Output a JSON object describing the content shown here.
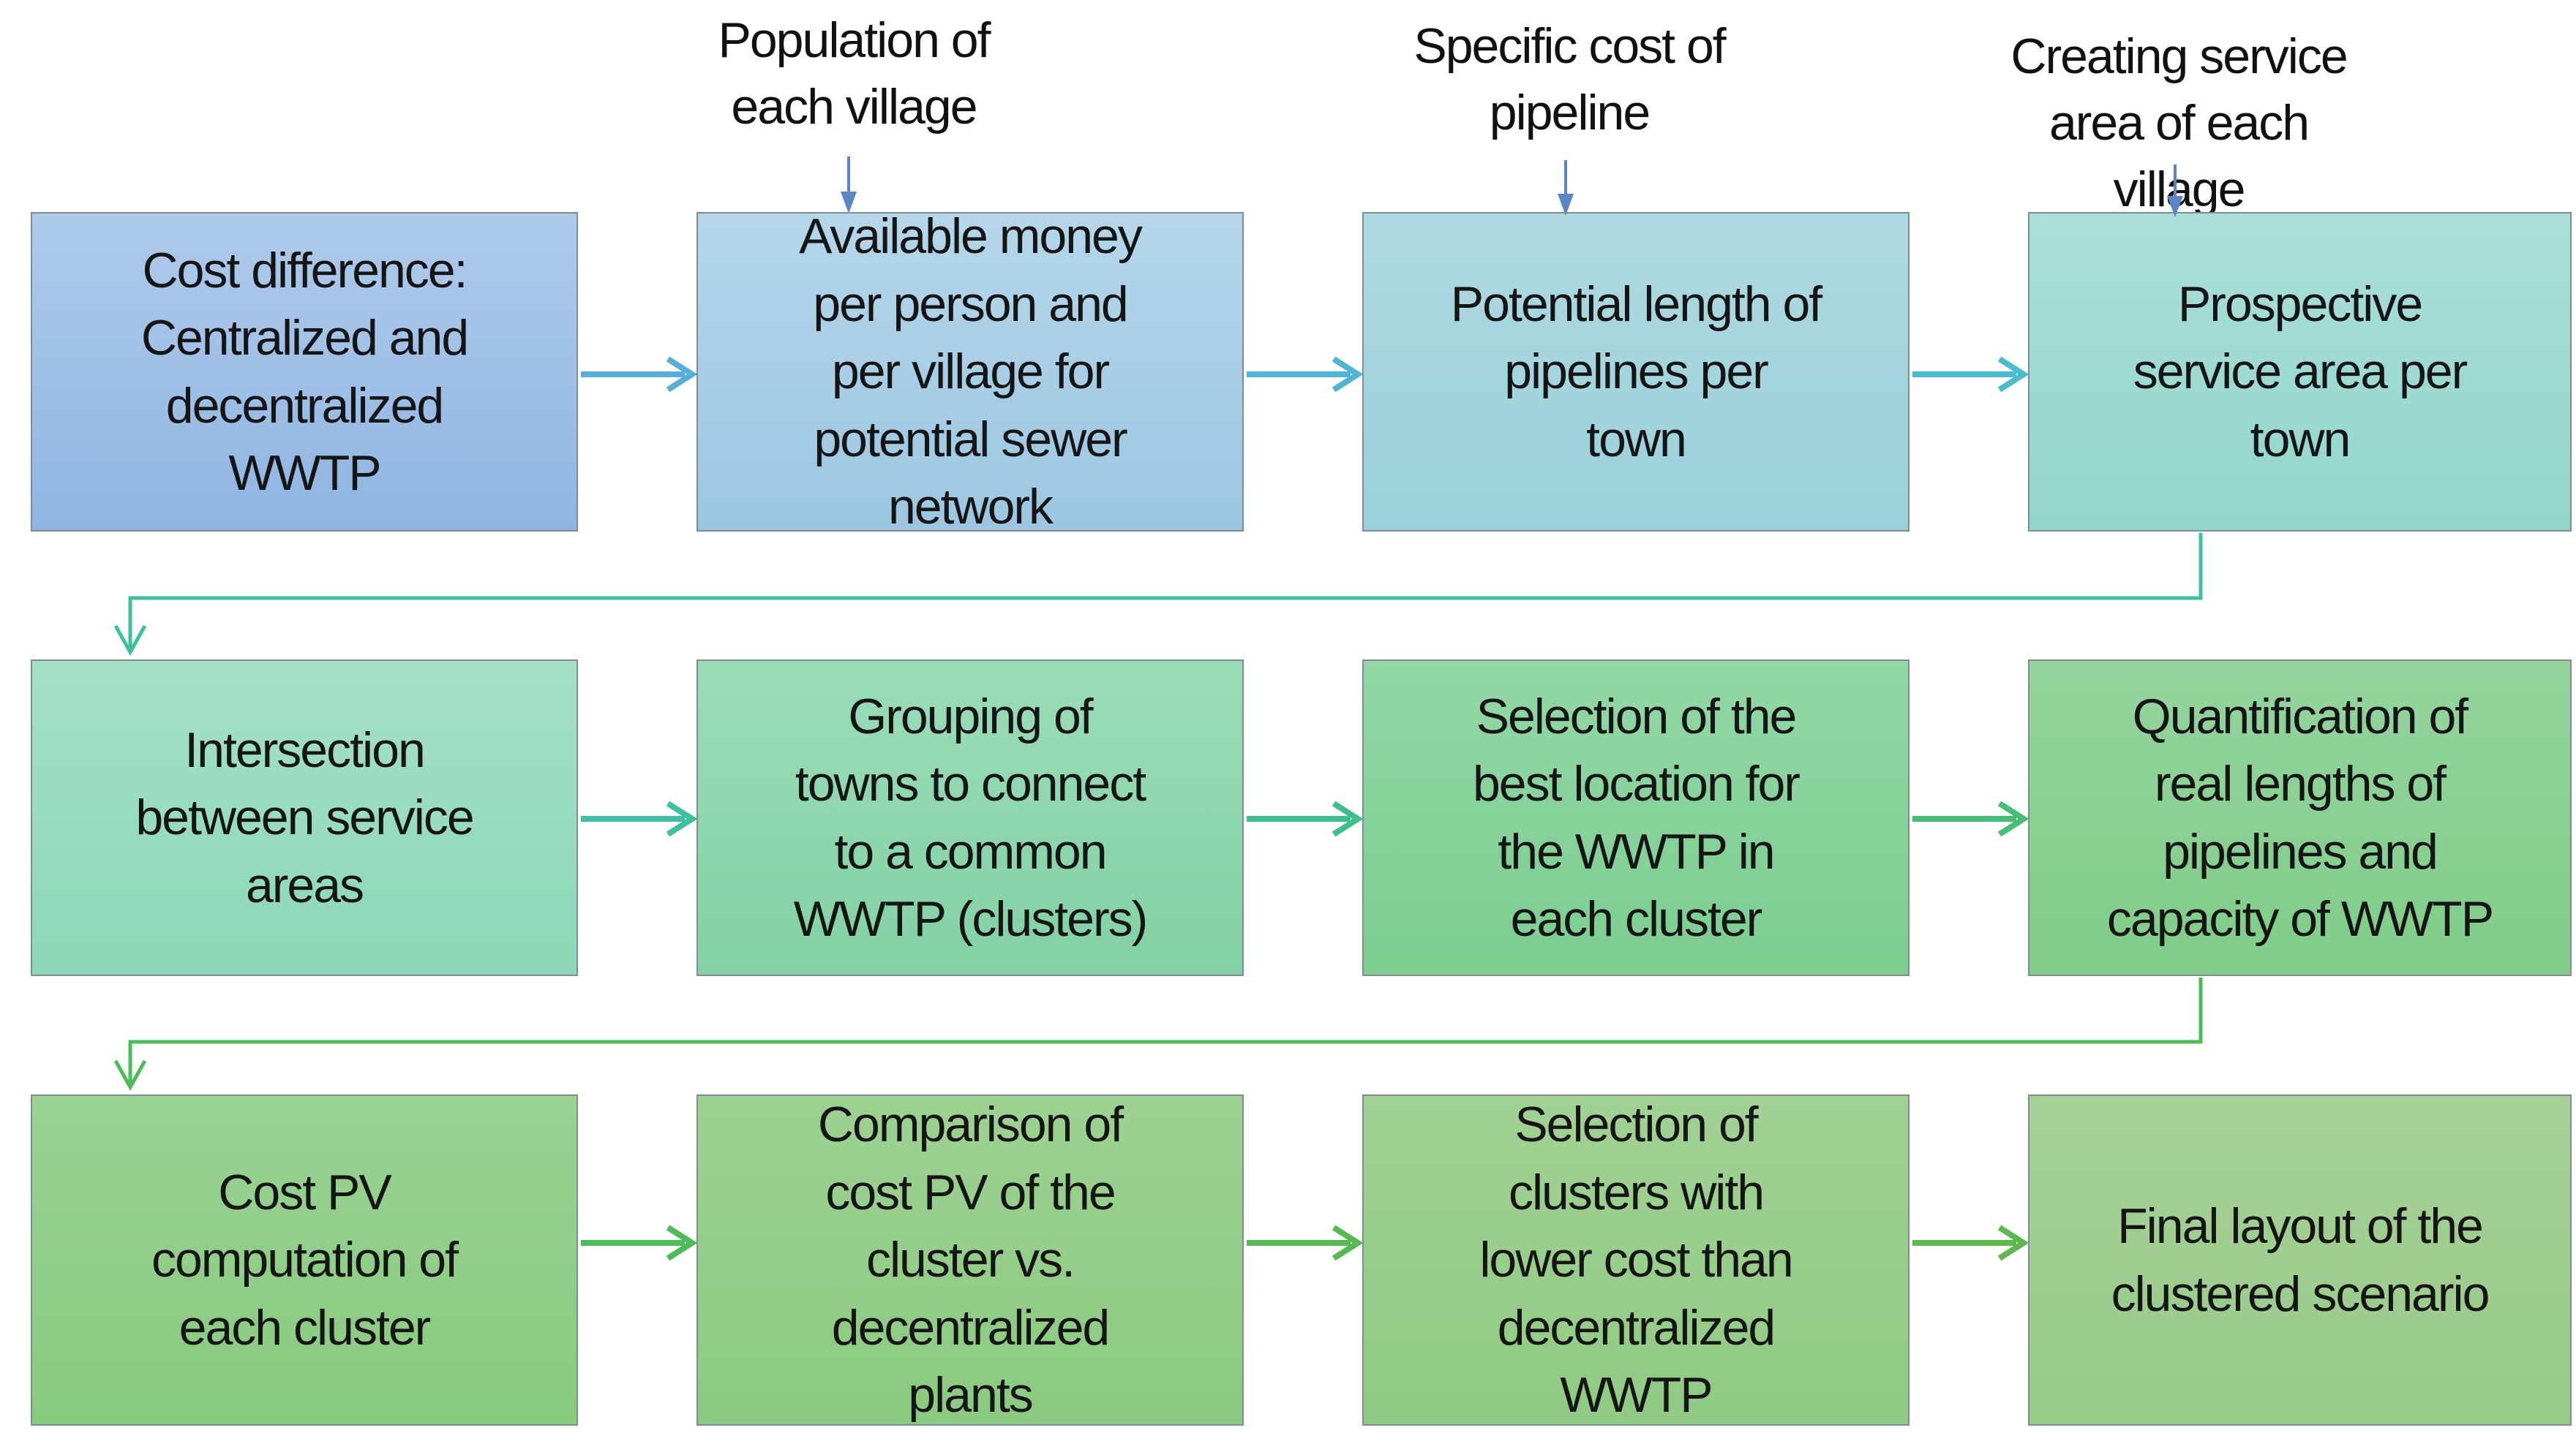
{
  "diagram": {
    "top_labels": [
      {
        "lines": [
          "Population of",
          "each village"
        ]
      },
      {
        "lines": [
          "Specific cost of",
          "pipeline"
        ]
      },
      {
        "lines": [
          "Creating service",
          "area of each village"
        ]
      }
    ],
    "rows": [
      {
        "boxes": [
          {
            "lines": [
              "Cost difference:",
              "Centralized and",
              "decentralized",
              "WWTP"
            ],
            "background": "linear-gradient(180deg,#AECAEA,#90B5E2)"
          },
          {
            "lines": [
              "Available money",
              "per person and",
              "per village for",
              "potential sewer",
              "network"
            ],
            "background": "linear-gradient(180deg,#B5D6EA,#9CC6E0)"
          },
          {
            "lines": [
              "Potential length of",
              "pipelines per",
              "town"
            ],
            "background": "linear-gradient(180deg,#AFD9E1,#9AD0DA)"
          },
          {
            "lines": [
              "Prospective",
              "service area per",
              "town"
            ],
            "background": "linear-gradient(180deg,#ABDFD9,#92D5CB)"
          }
        ]
      },
      {
        "boxes": [
          {
            "lines": [
              "Intersection",
              "between service",
              "areas"
            ],
            "background": "linear-gradient(180deg,#A5E0C8,#8CD7B8)"
          },
          {
            "lines": [
              "Grouping of",
              "towns to connect",
              "to a common",
              "WWTP (clusters)"
            ],
            "background": "linear-gradient(180deg,#9ADCB8,#83D1A4)"
          },
          {
            "lines": [
              "Selection of the",
              "best location for",
              "the WWTP in",
              "each cluster"
            ],
            "background": "linear-gradient(180deg,#92D7A6,#7CCD90)"
          },
          {
            "lines": [
              "Quantification of",
              "real lengths of",
              "pipelines and",
              "capacity of WWTP"
            ],
            "background": "linear-gradient(180deg,#94D49E,#80CC88)"
          }
        ]
      },
      {
        "boxes": [
          {
            "lines": [
              "Cost PV",
              "computation of",
              "each cluster"
            ],
            "background": "linear-gradient(180deg,#9AD294,#87CA7E)"
          },
          {
            "lines": [
              "Comparison of",
              "cost PV of the",
              "cluster vs.",
              "decentralized",
              "plants"
            ],
            "background": "linear-gradient(180deg,#9DD192,#8BCA81)"
          },
          {
            "lines": [
              "Selection of",
              "clusters with",
              "lower cost than",
              "decentralized",
              "WWTP"
            ],
            "background": "linear-gradient(180deg,#A1D194,#8FCA83)"
          },
          {
            "lines": [
              "Final layout of the",
              "clustered scenario"
            ],
            "background": "linear-gradient(180deg,#A7D098,#97CB88)"
          }
        ]
      }
    ],
    "connectors": {
      "horizontal": [
        {
          "color": "#57AED7"
        },
        {
          "color": "#4FB5D3"
        },
        {
          "color": "#49BDCD"
        },
        {
          "color": "#3FC0A2"
        },
        {
          "color": "#40BF8E"
        },
        {
          "color": "#45BE77"
        },
        {
          "color": "#4EBC59"
        },
        {
          "color": "#57B951"
        },
        {
          "color": "#5EB74D"
        }
      ],
      "elbows": [
        {
          "color": "#3EC0A0"
        },
        {
          "color": "#4CBC58"
        }
      ],
      "label_arrow_color": "#5C85C8"
    }
  }
}
